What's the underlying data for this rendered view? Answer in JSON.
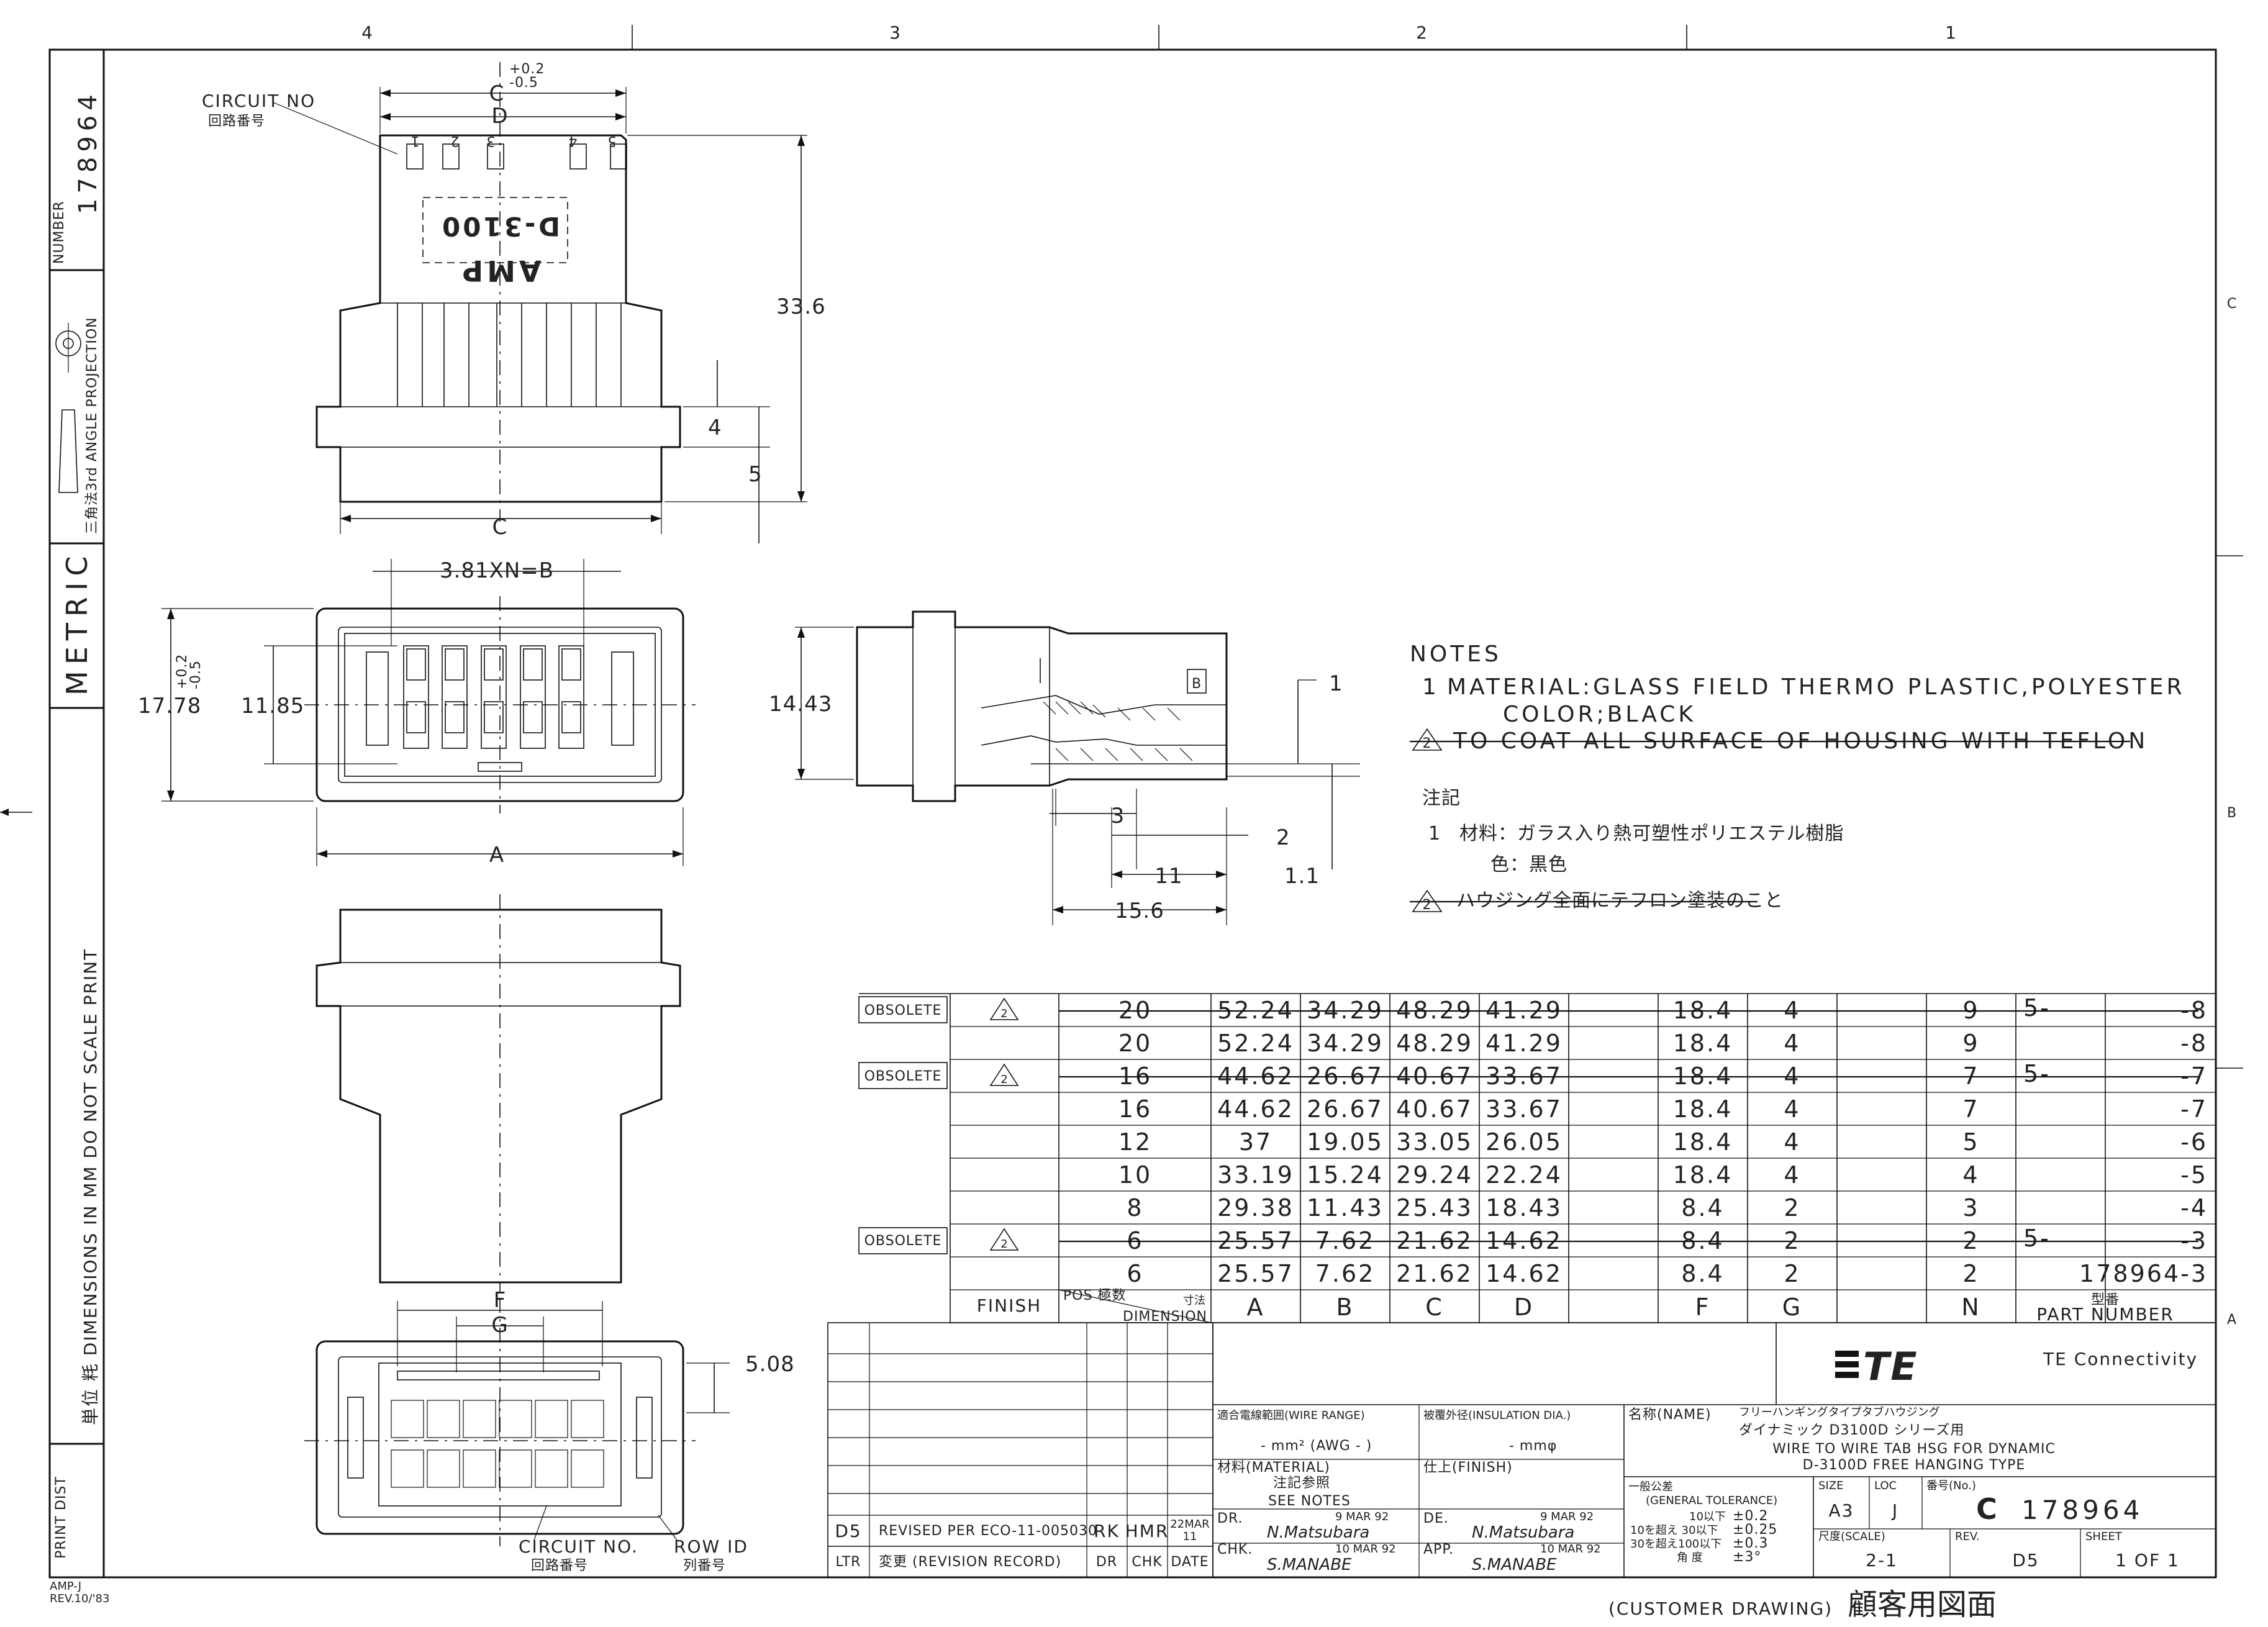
{
  "border": {
    "zone_columns": [
      "4",
      "3",
      "2",
      "1"
    ],
    "zone_rows": [
      "C",
      "B",
      "A"
    ]
  },
  "sidebar": {
    "number_label": "NUMBER",
    "number": "178964",
    "projection": "三角法3rd ANGLE PROJECTION",
    "metric": "METRIC",
    "dimensions_note": "単位 粍 DIMENSIONS IN MM DO NOT SCALE PRINT",
    "print_dist": "PRINT DIST"
  },
  "corner": {
    "amp_j": "AMP-J",
    "rev": "REV.10/'83"
  },
  "top_view": {
    "circuit_no_label": "CIRCUIT NO",
    "circuit_no_jp": "回路番号",
    "tolerance_plus": "+0.2",
    "tolerance_minus": "-0.5",
    "dim_C_top": "C",
    "dim_D": "D",
    "dim_height": "33.6",
    "dim_4": "4",
    "dim_5": "5",
    "dim_C_bottom": "C",
    "circuit_numbers": [
      "1",
      "2",
      "3",
      "4",
      "5"
    ],
    "brand": "AMP",
    "model": "D-3100"
  },
  "front_view": {
    "pitch": "3.81XN=B",
    "dim_1778": "17.78",
    "tolerance_plus": "+0.2",
    "tolerance_minus": "-0.5",
    "dim_1185": "11.85",
    "dim_A": "A"
  },
  "side_view": {
    "dim_1443": "14.43",
    "badge": "B",
    "dim_1": "1",
    "dim_3": "3",
    "dim_2": "2",
    "dim_11": "11",
    "dim_11b": "1.1",
    "dim_156": "15.6"
  },
  "bottom_view": {
    "dim_F": "F",
    "dim_G": "G",
    "dim_508": "5.08",
    "circuit_no_label": "CIRCUIT NO.",
    "circuit_no_jp": "回路番号",
    "row_id_label": "ROW ID",
    "row_id_jp": "列番号"
  },
  "notes": {
    "title": "NOTES",
    "note1_num": "1",
    "note1_line1": "MATERIAL:GLASS FIELD THERMO PLASTIC,POLYESTER",
    "note1_line2": "COLOR;BLACK",
    "note2_num": "2",
    "note2_text": "TO COAT ALL SURFACE OF HOUSING WITH TEFLON",
    "jp_title": "注記",
    "jp_note1_num": "1",
    "jp_note1_line1": "材料：ガラス入り熱可塑性ポリエステル樹脂",
    "jp_note1_line2": "色：黒色",
    "jp_note2_num": "2",
    "jp_note2_text": "ハウジング全面にテフロン塗装のこと"
  },
  "table": {
    "rows": [
      {
        "finish": "OBSOLETE",
        "flag": "2",
        "pos": "20",
        "A": "52.24",
        "B": "34.29",
        "C": "48.29",
        "D": "41.29",
        "F": "18.4",
        "G": "4",
        "N": "9",
        "part_prefix": "5-",
        "part_suffix": "-8",
        "struck": true
      },
      {
        "finish": "",
        "flag": "",
        "pos": "20",
        "A": "52.24",
        "B": "34.29",
        "C": "48.29",
        "D": "41.29",
        "F": "18.4",
        "G": "4",
        "N": "9",
        "part_prefix": "",
        "part_suffix": "-8",
        "struck": false
      },
      {
        "finish": "OBSOLETE",
        "flag": "2",
        "pos": "16",
        "A": "44.62",
        "B": "26.67",
        "C": "40.67",
        "D": "33.67",
        "F": "18.4",
        "G": "4",
        "N": "7",
        "part_prefix": "5-",
        "part_suffix": "-7",
        "struck": true
      },
      {
        "finish": "",
        "flag": "",
        "pos": "16",
        "A": "44.62",
        "B": "26.67",
        "C": "40.67",
        "D": "33.67",
        "F": "18.4",
        "G": "4",
        "N": "7",
        "part_prefix": "",
        "part_suffix": "-7",
        "struck": false
      },
      {
        "finish": "",
        "flag": "",
        "pos": "12",
        "A": "37",
        "B": "19.05",
        "C": "33.05",
        "D": "26.05",
        "F": "18.4",
        "G": "4",
        "N": "5",
        "part_prefix": "",
        "part_suffix": "-6",
        "struck": false
      },
      {
        "finish": "",
        "flag": "",
        "pos": "10",
        "A": "33.19",
        "B": "15.24",
        "C": "29.24",
        "D": "22.24",
        "F": "18.4",
        "G": "4",
        "N": "4",
        "part_prefix": "",
        "part_suffix": "-5",
        "struck": false
      },
      {
        "finish": "",
        "flag": "",
        "pos": "8",
        "A": "29.38",
        "B": "11.43",
        "C": "25.43",
        "D": "18.43",
        "F": "8.4",
        "G": "2",
        "N": "3",
        "part_prefix": "",
        "part_suffix": "-4",
        "struck": false
      },
      {
        "finish": "OBSOLETE",
        "flag": "2",
        "pos": "6",
        "A": "25.57",
        "B": "7.62",
        "C": "21.62",
        "D": "14.62",
        "F": "8.4",
        "G": "2",
        "N": "2",
        "part_prefix": "5-",
        "part_suffix": "-3",
        "struck": true
      },
      {
        "finish": "",
        "flag": "",
        "pos": "6",
        "A": "25.57",
        "B": "7.62",
        "C": "21.62",
        "D": "14.62",
        "F": "8.4",
        "G": "2",
        "N": "2",
        "part_prefix": "",
        "part_suffix": "178964-3",
        "struck": false
      }
    ],
    "header": {
      "finish": "FINISH",
      "pos": "POS 極数",
      "dimension_jp": "寸法",
      "dimension": "DIMENSION",
      "A": "A",
      "B": "B",
      "C": "C",
      "D": "D",
      "F": "F",
      "G": "G",
      "N": "N",
      "part_jp": "型番",
      "part": "PART NUMBER"
    }
  },
  "title_block": {
    "company_logo": "TE",
    "company": "TE Connectivity",
    "wire_range_label": "適合電線範囲(WIRE RANGE)",
    "wire_range_value": "- mm² (AWG - )",
    "insulation_label": "被覆外径(INSULATION DIA.)",
    "insulation_value": "- mmφ",
    "material_label": "材料(MATERIAL)",
    "material_jp": "注記参照",
    "material_value": "SEE NOTES",
    "finish_label": "仕上(FINISH)",
    "name_label": "名称(NAME)",
    "name_jp1": "フリーハンギングタイプタブハウジング",
    "name_jp2": "ダイナミック D3100D シリーズ用",
    "name_en1": "WIRE TO WIRE TAB HSG FOR DYNAMIC",
    "name_en2": "D-3100D FREE HANGING TYPE",
    "tolerance_label_jp": "一般公差",
    "tolerance_label": "(GENERAL TOLERANCE)",
    "tolerances": [
      {
        "range": "10以下",
        "value": "±0.2"
      },
      {
        "range": "10を超え 30以下",
        "value": "±0.25"
      },
      {
        "range": "30を超え100以下",
        "value": "±0.3"
      },
      {
        "range": "角 度",
        "value": "±3°"
      }
    ],
    "size_label": "SIZE",
    "size": "A3",
    "loc_label": "LOC",
    "loc": "J",
    "no_label": "番号(No.)",
    "no_prefix": "C",
    "no": "178964",
    "scale_label": "尺度(SCALE)",
    "scale": "2-1",
    "rev_label": "REV.",
    "rev": "D5",
    "sheet_label": "SHEET",
    "sheet": "1 OF 1",
    "dr_label": "DR.",
    "dr_date": "9 MAR 92",
    "dr_name": "N.Matsubara",
    "de_label": "DE.",
    "de_date": "9 MAR 92",
    "de_name": "N.Matsubara",
    "chk_label": "CHK.",
    "chk_date": "10 MAR 92",
    "chk_name": "S.MANABE",
    "app_label": "APP.",
    "app_date": "10 MAR 92",
    "app_name": "S.MANABE"
  },
  "revision": {
    "ltr": "D5",
    "desc": "REVISED PER ECO-11-005030",
    "dr": "RK",
    "chk": "HMR",
    "date_line1": "22MAR",
    "date_line2": "11",
    "h_ltr": "LTR",
    "h_desc": "変更 (REVISION RECORD)",
    "h_dr": "DR",
    "h_chk": "CHK",
    "h_date": "DATE"
  },
  "footer": {
    "customer_drawing": "(CUSTOMER DRAWING)",
    "customer_drawing_jp": "顧客用図面"
  }
}
